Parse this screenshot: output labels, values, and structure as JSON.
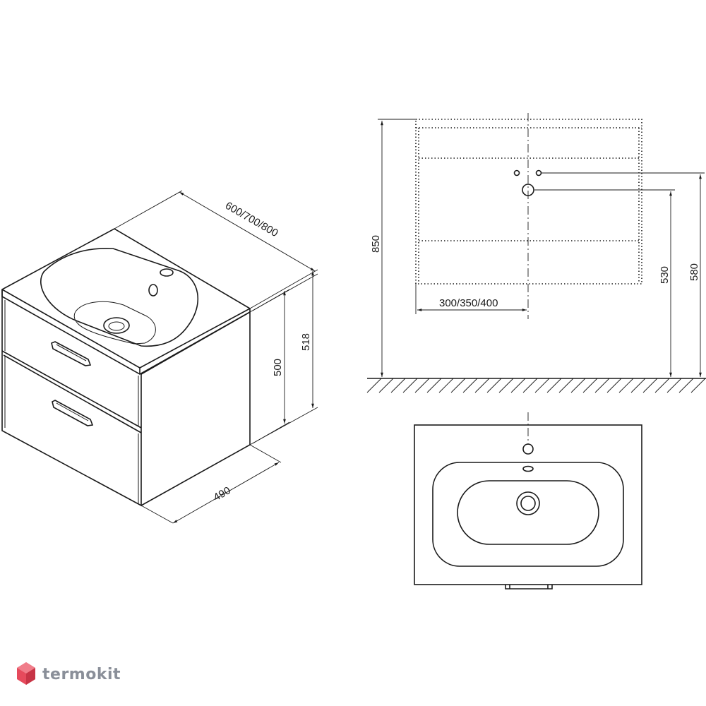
{
  "dimensions": {
    "width": "600/700/800",
    "height_top": "518",
    "height_body": "500",
    "depth": "490",
    "total_height": "850",
    "siphon_offset": "300/350/400",
    "drain_height": "530",
    "tap_height": "580"
  },
  "watermark": {
    "brand": "termokit"
  }
}
